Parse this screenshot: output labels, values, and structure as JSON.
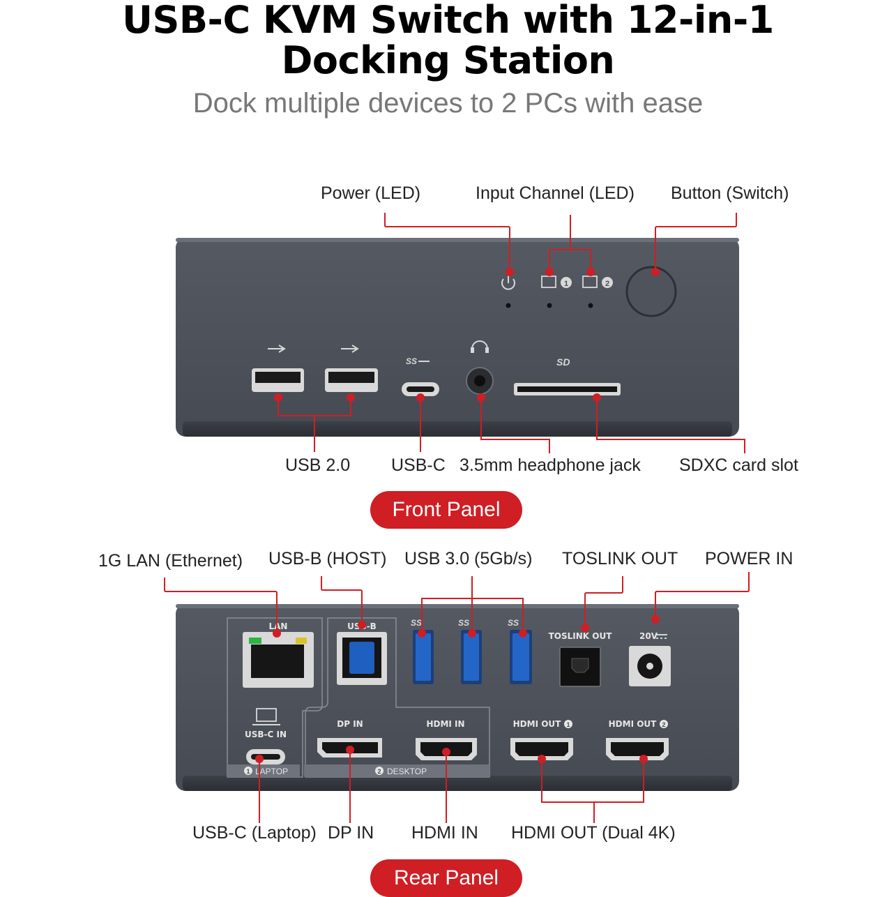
{
  "title": {
    "line1": "USB-C KVM Switch with 12-in-1",
    "line2": "Docking Station",
    "subtitle": "Dock multiple devices to 2 PCs with ease"
  },
  "front": {
    "badge": "Front Panel",
    "labels": {
      "power_led": "Power (LED)",
      "input_channel": "Input Channel (LED)",
      "button_switch": "Button (Switch)",
      "usb20": "USB 2.0",
      "usbc": "USB-C",
      "headphone": "3.5mm headphone jack",
      "sdxc": "SDXC card slot"
    },
    "device_text": {
      "channel1": "1",
      "channel2": "2",
      "sd": "SD",
      "ss": "SS"
    }
  },
  "rear": {
    "badge": "Rear Panel",
    "labels": {
      "lan": "1G LAN (Ethernet)",
      "usbb": "USB-B (HOST)",
      "usb30": "USB 3.0 (5Gb/s)",
      "toslink": "TOSLINK OUT",
      "power_in": "POWER IN",
      "usbc_laptop": "USB-C (Laptop)",
      "dp_in": "DP IN",
      "hdmi_in": "HDMI IN",
      "hdmi_out": "HDMI OUT (Dual 4K)"
    },
    "device_text": {
      "lan": "LAN",
      "usbb": "USB-B",
      "toslink": "TOSLINK OUT",
      "volt": "20V",
      "usbc_in": "USB-C IN",
      "dp_in": "DP IN",
      "hdmi_in": "HDMI IN",
      "hdmi_out1": "HDMI OUT",
      "hdmi_out2": "HDMI OUT",
      "laptop": "LAPTOP",
      "desktop": "DESKTOP",
      "n1": "1",
      "n2": "2",
      "ss": "SS"
    }
  },
  "colors": {
    "accent": "#cf1e24",
    "device": "#4a4e56",
    "usb3_blue": "#1f5fbf"
  }
}
